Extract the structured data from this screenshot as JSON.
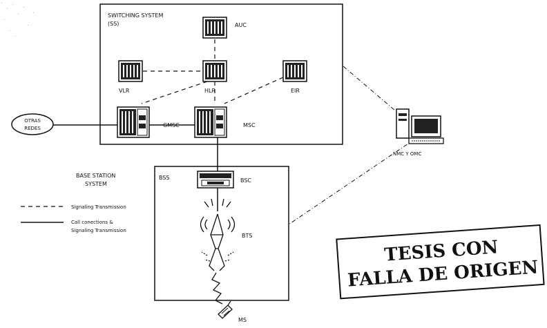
{
  "switching_system": {
    "title_line1": "SWITCHING SYSTEM",
    "title_line2": "(SS)"
  },
  "nodes": {
    "auc": "AUC",
    "vlr": "VLR",
    "hlr": "HLR",
    "eir": "EIR",
    "gmsc": "GMSC",
    "msc": "MSC",
    "bsc": "BSC",
    "bts": "BTS",
    "ms": "MS",
    "bss": "BSS",
    "nmc": "NMC Y OMC"
  },
  "other_networks": {
    "line1": "OTRAS",
    "line2": "REDES"
  },
  "base_station_system": {
    "line1": "BASE STATION",
    "line2": "SYSTEM"
  },
  "legend": {
    "signaling": "Signaling Transmission",
    "call_line1": "Call conections &",
    "call_line2": "Signaling Transmission"
  },
  "stamp": {
    "line1": "TESIS CON",
    "line2": "FALLA DE ORIGEN"
  }
}
